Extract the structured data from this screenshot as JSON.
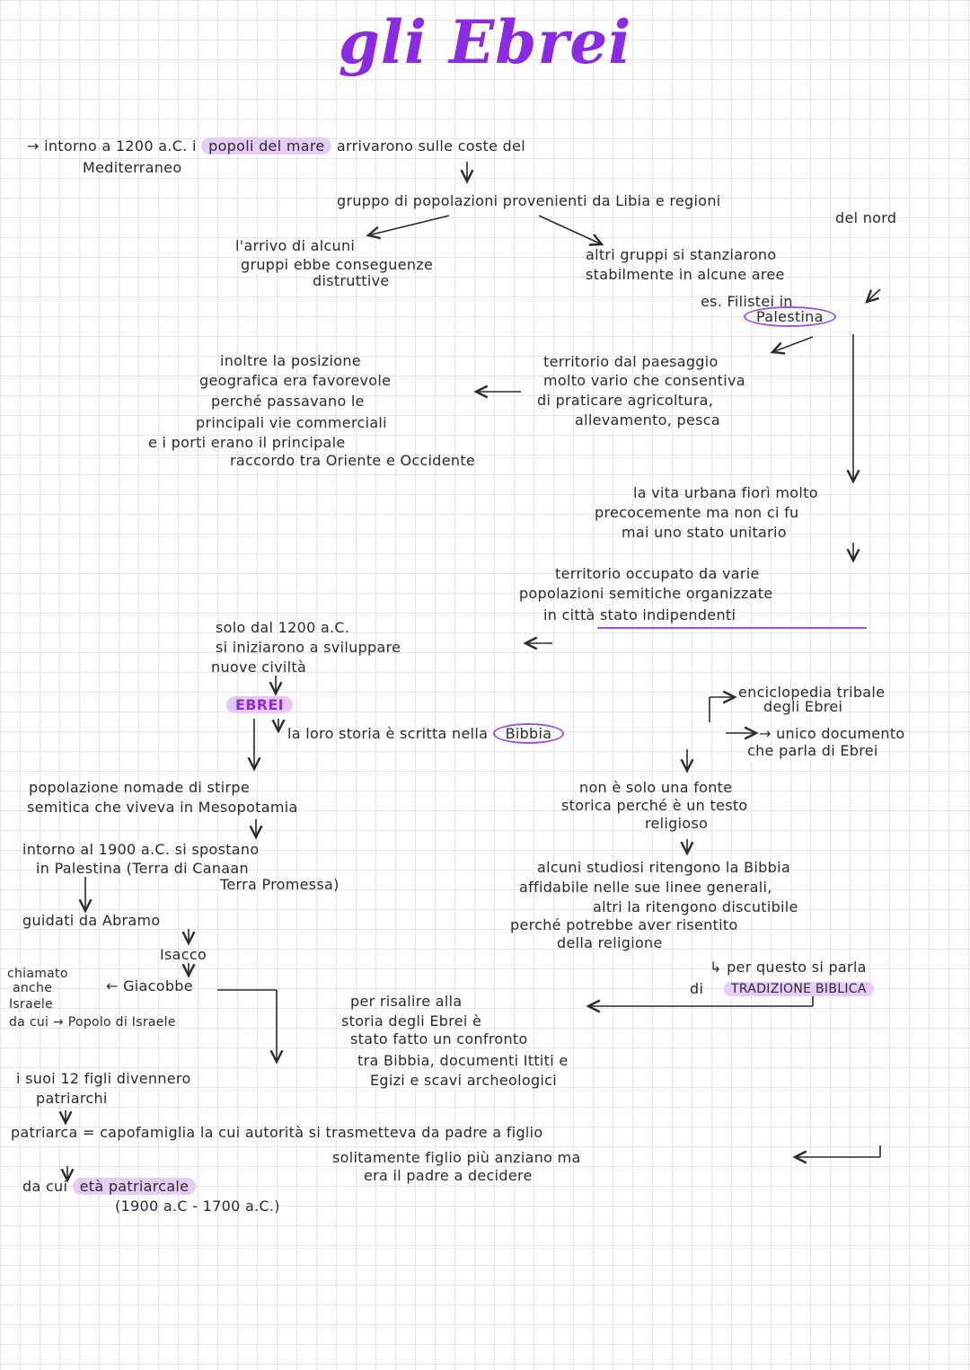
{
  "title": "gli Ebrei",
  "colors": {
    "accent": "#8a2be2",
    "highlight": "#e6ccf7",
    "ink": "#2a2a2a"
  },
  "notes": {
    "intro": "→ intorno a 1200 a.C. i popoli del mare arrivarono sulle coste del",
    "intro_cont": "Mediterraneo",
    "popoli_del_mare": "popoli del mare",
    "gruppo": "gruppo di popolazioni provenienti da Libia e regioni",
    "gruppo_cont": "del nord",
    "arrivo_1": "l'arrivo di alcuni",
    "arrivo_2": "gruppi ebbe conseguenze",
    "arrivo_3": "distruttive",
    "altri_1": "altri gruppi si stanziarono",
    "altri_2": "stabilmente in alcune aree",
    "es_filistei": "es. Filistei in",
    "palestina": "Palestina",
    "territorio_1": "territorio dal paesaggio",
    "territorio_2": "molto vario che consentiva",
    "territorio_3": "di praticare agricoltura,",
    "territorio_4": "allevamento, pesca",
    "inoltre_1": "inoltre la posizione",
    "inoltre_2": "geografica era favorevole",
    "inoltre_3": "perché passavano le",
    "inoltre_4": "principali vie commerciali",
    "inoltre_5": "e i porti erano il principale",
    "inoltre_6": "raccordo tra Oriente e Occidente",
    "vita_1": "la vita urbana fiorì molto",
    "vita_2": "precocemente ma non ci fu",
    "vita_3": "mai uno stato unitario",
    "occupato_1": "territorio occupato da varie",
    "occupato_2": "popolazioni semitiche organizzate",
    "occupato_3": "in città stato indipendenti",
    "solo_1": "solo dal 1200 a.C.",
    "solo_2": "si iniziarono a sviluppare",
    "solo_3": "nuove civiltà",
    "ebrei": "EBREI",
    "storia_prefix": "la loro storia è scritta nella",
    "bibbia": "Bibbia",
    "enciclopedia_1": "enciclopedia tribale",
    "enciclopedia_2": "degli Ebrei",
    "unico_1": "→ unico documento",
    "unico_2": "che parla di Ebrei",
    "fonte_1": "non è solo una fonte",
    "fonte_2": "storica perché è un testo",
    "fonte_3": "religioso",
    "studiosi_1": "alcuni studiosi ritengono la Bibbia",
    "studiosi_2": "affidabile nelle sue linee generali,",
    "studiosi_3": "altri la ritengono discutibile",
    "studiosi_4": "perché potrebbe aver risentito",
    "studiosi_5": "della religione",
    "tradizione_prefix": "↳ per questo si parla",
    "tradizione_di": "di",
    "tradizione": "TRADIZIONE BIBLICA",
    "risalire_1": "per risalire alla",
    "risalire_2": "storia degli Ebrei è",
    "risalire_3": "stato fatto un confronto",
    "risalire_4": "tra Bibbia, documenti Ittiti e",
    "risalire_5": "Egizi e scavi archeologici",
    "nomade_1": "popolazione nomade di stirpe",
    "nomade_2": "semitica che viveva in Mesopotamia",
    "1900_1": "intorno al 1900 a.C. si spostano",
    "1900_2": "in Palestina (Terra di Canaan",
    "1900_3": "Terra Promessa)",
    "guidati": "guidati da Abramo",
    "isacco": "Isacco",
    "giacobbe": "← Giacobbe",
    "chiamato_1": "chiamato",
    "chiamato_2": "anche",
    "chiamato_3": "Israele",
    "chiamato_4": "da cui → Popolo di Israele",
    "figli_1": "i suoi 12 figli divennero",
    "figli_2": "patriarchi",
    "patriarca_1": "patriarca = capofamiglia la cui autorità si trasmetteva da padre a figlio",
    "patriarca_2": "solitamente figlio più anziano ma",
    "patriarca_3": "era il padre a decidere",
    "eta_prefix": "da cui",
    "eta": "età patriarcale",
    "eta_date": "(1900 a.C - 1700 a.C.)"
  }
}
